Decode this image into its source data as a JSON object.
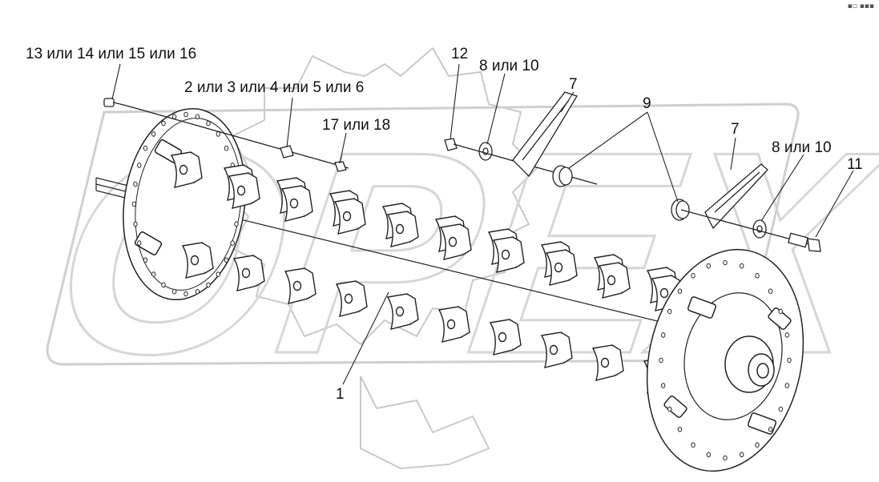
{
  "labels": {
    "l13": "13 или 14 или 15 или 16",
    "l2": "2 или 3 или 4 или 5 или 6",
    "l17": "17 или 18",
    "l12": "12",
    "l8a": "8 или 10",
    "l7a": "7",
    "l9": "9",
    "l7b": "7",
    "l8b": "8 или 10",
    "l11": "11",
    "l1": "1"
  },
  "watermark": "OPEX",
  "corner_mark": "▪︎▫︎ ▪︎▪︎▪︎"
}
